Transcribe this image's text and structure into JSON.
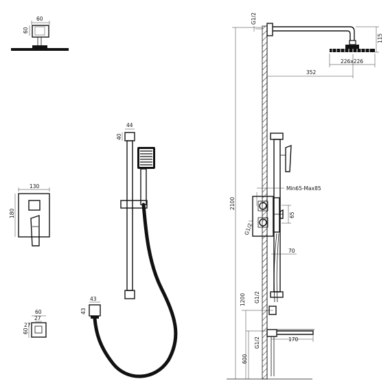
{
  "colors": {
    "line": "#111111",
    "background": "#ffffff",
    "hose": "#111111",
    "wall_hatch": "#111111"
  },
  "head_arm_view": {
    "dim_width": "60",
    "dim_height": "60"
  },
  "slide_rail": {
    "dim_width": "44",
    "dim_height": "40"
  },
  "mixer_plate": {
    "dim_width": "130",
    "dim_height": "180"
  },
  "elbow_outlet": {
    "dim_width": "60",
    "dim_inner_width": "27",
    "dim_height": "60",
    "dim_inner_height": "27"
  },
  "hose_connector": {
    "dim_width": "43",
    "dim_height": "43"
  },
  "side_elevation": {
    "thread_top": "G1/2",
    "arm_height": "115",
    "head_size": "226x226",
    "arm_length": "352",
    "total_height": "2100",
    "recess_depth": "Min65-Max85",
    "valve_height": "65",
    "thread_valve": "G1/2",
    "rail_offset": "70",
    "mid_height": "1200",
    "thread_mid": "G1/2",
    "spout_length": "170",
    "spout_height": "600",
    "thread_spout": "G1/2"
  }
}
